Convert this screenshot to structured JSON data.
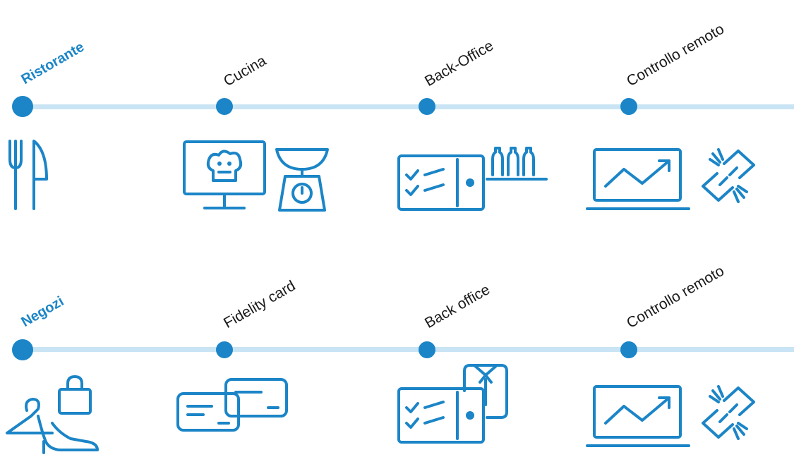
{
  "colors": {
    "accent": "#1b85c7",
    "track": "#c9e4f4",
    "text": "#1a1a1a"
  },
  "rows": [
    {
      "title": "Ristorante",
      "steps": [
        {
          "label": "Cucina",
          "icons": [
            "monitor-chef-icon",
            "kitchen-scale-icon"
          ]
        },
        {
          "label": "Back-Office",
          "icons": [
            "checklist-tablet-icon",
            "bottles-icon"
          ]
        },
        {
          "label": "Controllo remoto",
          "icons": [
            "laptop-chart-icon",
            "broken-link-icon"
          ]
        }
      ],
      "start_icon": "fork-knife-icon"
    },
    {
      "title": "Negozi",
      "steps": [
        {
          "label": "Fidelity card",
          "icons": [
            "loyalty-cards-icon"
          ]
        },
        {
          "label": "Back office",
          "icons": [
            "checklist-tablet-icon",
            "shirt-box-icon"
          ]
        },
        {
          "label": "Controllo remoto",
          "icons": [
            "laptop-chart-icon",
            "broken-link-icon"
          ]
        }
      ],
      "start_icon": "hanger-bag-shoe-icon"
    }
  ]
}
